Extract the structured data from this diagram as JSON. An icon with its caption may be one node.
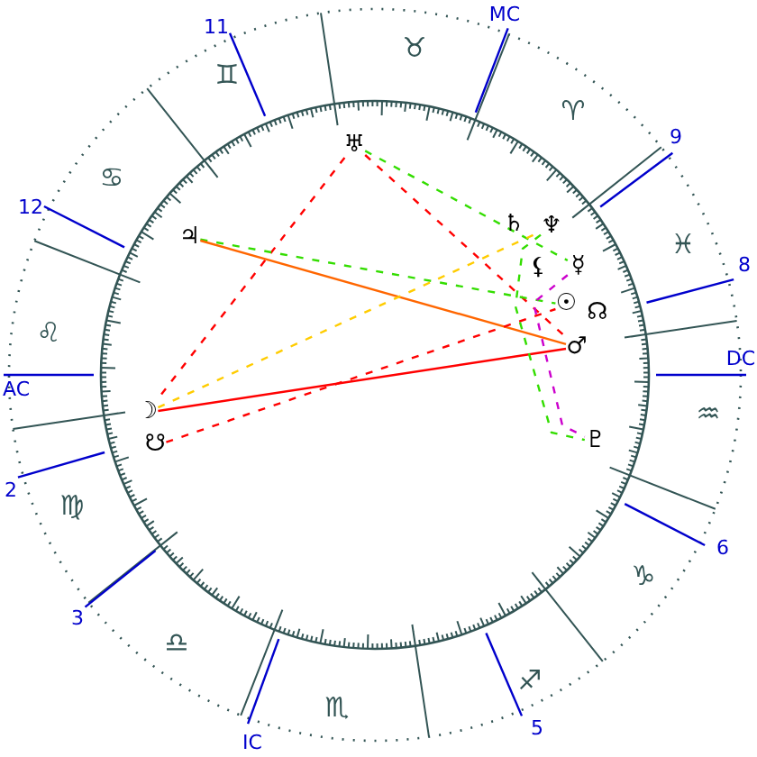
{
  "diagram": {
    "nodes": [
      {
        "text": [
          "♅"
        ]
      },
      {
        "text": [
          "♄"
        ]
      },
      {
        "text": [
          "♆"
        ]
      },
      {
        "text": [
          "⚸"
        ]
      },
      {
        "text": [
          "☿"
        ]
      },
      {
        "text": [
          "☉"
        ]
      },
      {
        "text": [
          "☊"
        ]
      },
      {
        "text": [
          "♂"
        ]
      },
      {
        "text": [
          "♇"
        ]
      },
      {
        "text": [
          "♃"
        ]
      },
      {
        "text": [
          "☽"
        ]
      },
      {
        "text": [
          "☋"
        ]
      }
    ],
    "edges": [
      {
        "from": 0,
        "to": 7,
        "arrow": "none",
        "style": "dashed"
      },
      {
        "from": 0,
        "to": 10,
        "arrow": "none",
        "style": "dashed"
      },
      {
        "from": 0,
        "to": 4,
        "arrow": "none",
        "style": "dashed",
        "color": "#33dd00"
      },
      {
        "from": 9,
        "to": 5,
        "arrow": "none",
        "style": "dashed",
        "color": "#33dd00"
      },
      {
        "from": 9,
        "to": 7,
        "arrow": "none",
        "color": "#ff6600"
      },
      {
        "from": 10,
        "to": 7,
        "arrow": "none"
      },
      {
        "from": 10,
        "to": 2,
        "arrow": "none",
        "style": "dashed",
        "color": "#ffcc00"
      },
      {
        "from": 11,
        "to": 5,
        "arrow": "none",
        "style": "dashed"
      },
      {
        "from": 4,
        "to": 8,
        "arrow": "none",
        "style": "dashed",
        "color": "#cc00cc"
      },
      {
        "from": 2,
        "to": 8,
        "arrow": "none",
        "style": "dashed",
        "color": "#33dd00"
      }
    ],
    "labels": [
      "MC",
      "11",
      "♉",
      "♊",
      "♈",
      "9",
      "♋",
      "12",
      "♓",
      "8",
      "♌",
      "DC",
      "AC",
      "♒",
      "2",
      "♍",
      "6",
      "♑",
      "3",
      "♎",
      "♐",
      "♏",
      "5",
      "IC"
    ]
  }
}
